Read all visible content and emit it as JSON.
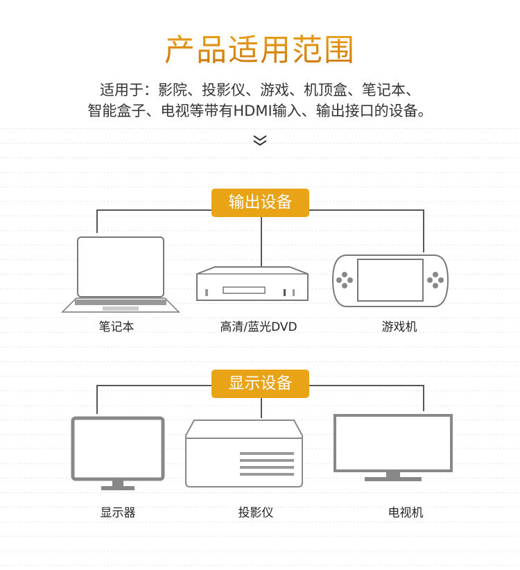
{
  "title": "产品适用范围",
  "subtitle": [
    "适用于：影院、投影仪、游戏、机顶盒、笔记本、",
    "智能盒子、电视等带有HDMI输入、输出接口的设备。"
  ],
  "output_section": {
    "badge": "输出设备",
    "devices": [
      "笔记本",
      "高清/蓝光DVD",
      "游戏机"
    ]
  },
  "display_section": {
    "badge": "显示设备",
    "devices": [
      "显示器",
      "投影仪",
      "电视机"
    ]
  },
  "colors": {
    "accent": "#e8a317",
    "title_top": "#f2a81a",
    "title_bottom": "#c9740a"
  }
}
